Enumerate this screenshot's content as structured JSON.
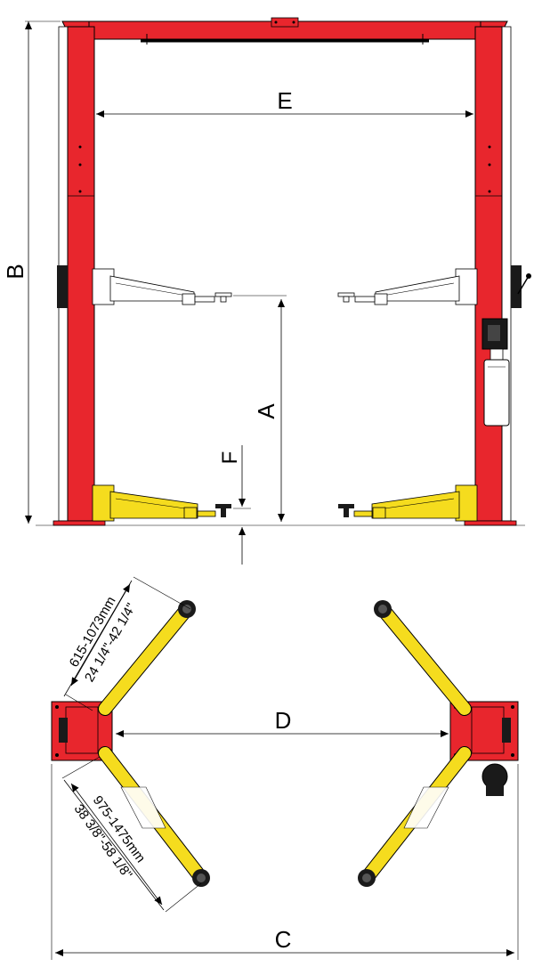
{
  "dimensions": {
    "A": "A",
    "B": "B",
    "C": "C",
    "D": "D",
    "E": "E",
    "F": "F"
  },
  "arm_ranges": {
    "short_arm_metric": "615-1073mm",
    "short_arm_imperial": "24 1/4\"-42 1/4\"",
    "long_arm_metric": "975-1475mm",
    "long_arm_imperial": "38 3/8\"-58 1/8\""
  },
  "colors": {
    "column_red": "#e8262d",
    "arm_yellow": "#f5dc1e",
    "outline": "#000000",
    "dark_part": "#1a1a1a"
  }
}
